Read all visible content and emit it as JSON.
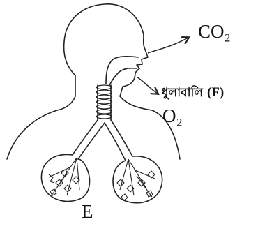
{
  "labels": {
    "co2": "CO₂",
    "dust": "ধুলাবালি",
    "dust_letter": "(F)",
    "o2": "O₂",
    "e": "E"
  },
  "colors": {
    "stroke": "#222222",
    "text": "#111111",
    "background": "#ffffff"
  }
}
